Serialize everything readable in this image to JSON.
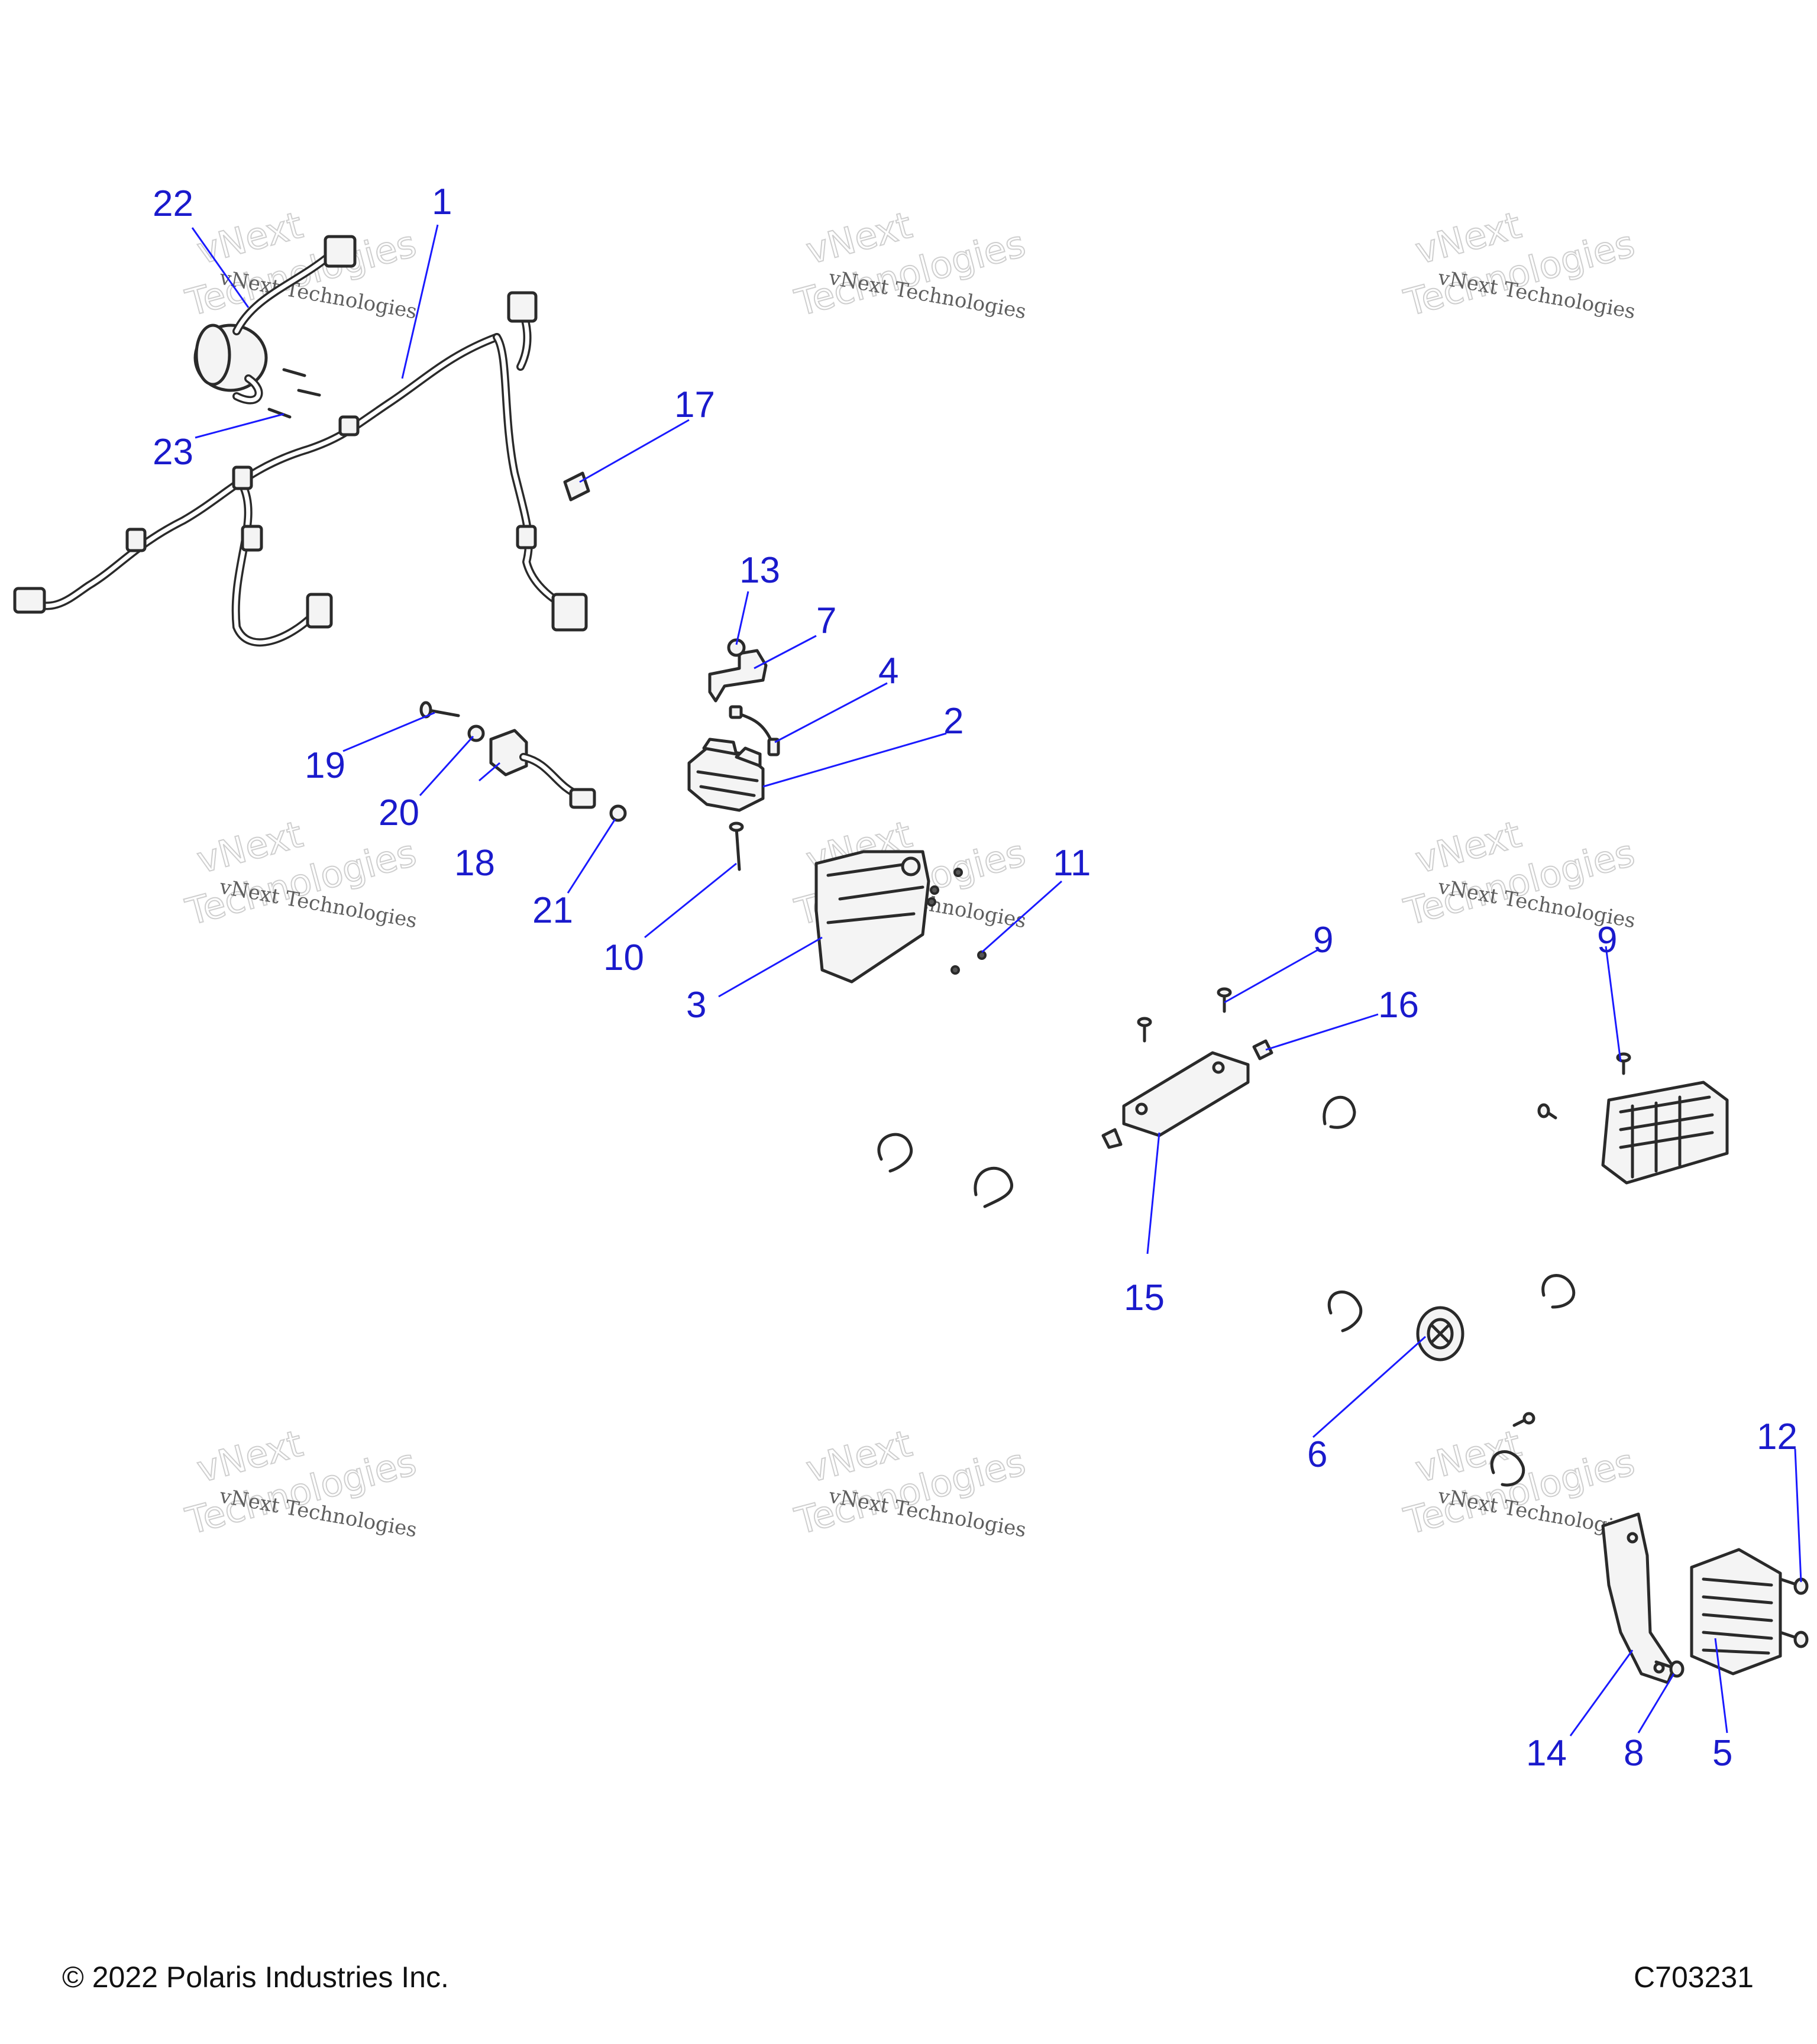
{
  "callouts": {
    "c1": "1",
    "c2": "2",
    "c3": "3",
    "c4": "4",
    "c5": "5",
    "c6": "6",
    "c7": "7",
    "c8": "8",
    "c9a": "9",
    "c9b": "9",
    "c10": "10",
    "c11": "11",
    "c12": "12",
    "c13": "13",
    "c14": "14",
    "c15": "15",
    "c16": "16",
    "c17": "17",
    "c18": "18",
    "c19": "19",
    "c20": "20",
    "c21": "21",
    "c22": "22",
    "c23": "23"
  },
  "watermark": {
    "line1": "vNext Technologies",
    "line2": "vNext",
    "line3": "Technologies"
  },
  "footer": {
    "copyright": "© 2022 Polaris Industries Inc.",
    "code": "C703231"
  },
  "colors": {
    "callout": "#1a1acc",
    "leader": "#1a1aff",
    "linework": "#2a2a2a"
  }
}
